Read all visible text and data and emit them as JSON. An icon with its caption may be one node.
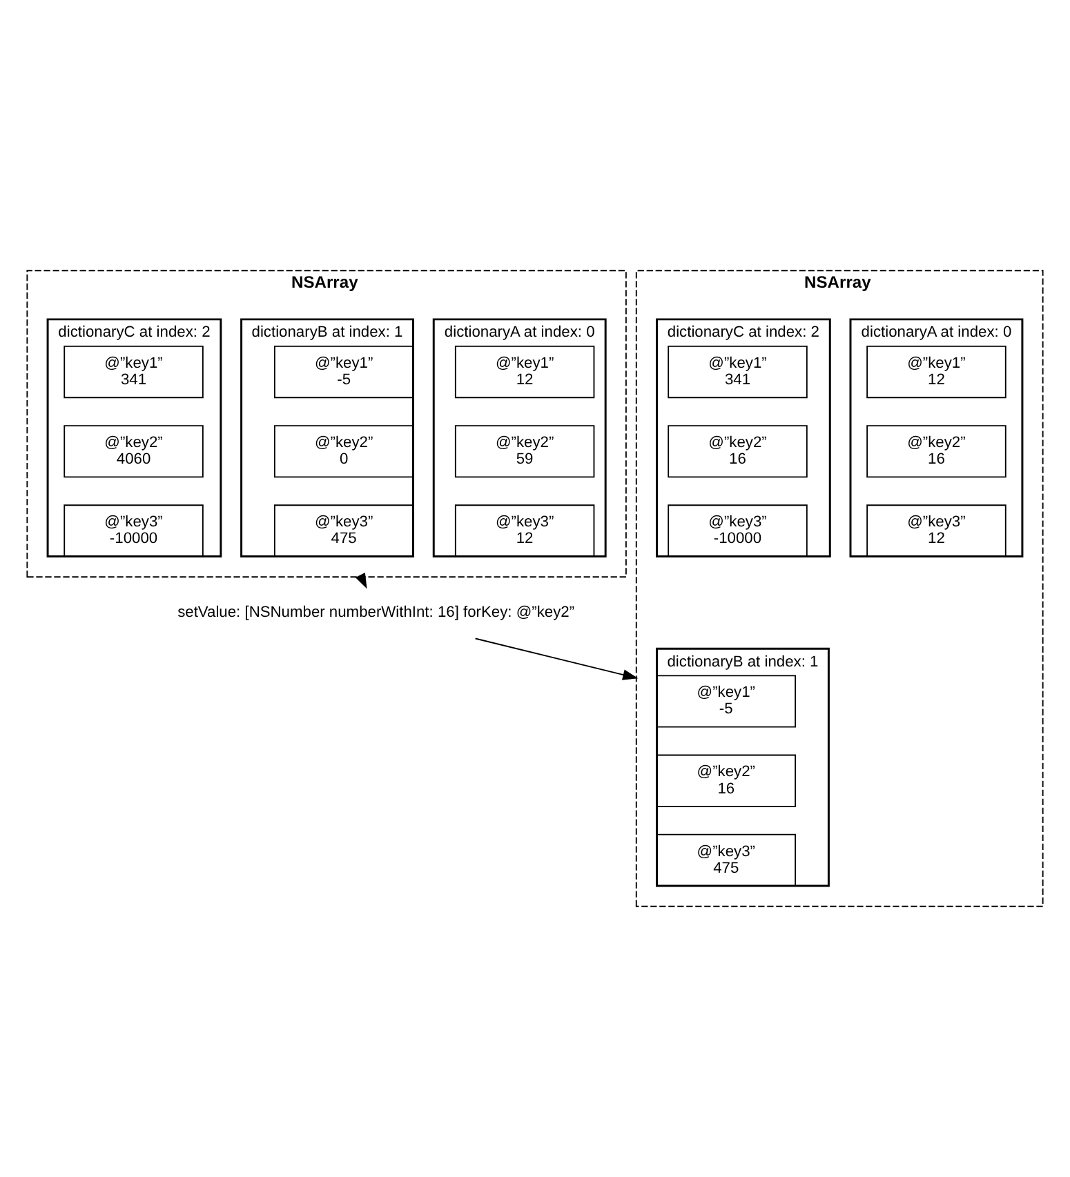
{
  "diagram": {
    "nodes": [
      {
        "text": [
          "NSArray"
        ]
      },
      {
        "text": [
          "dictionaryA at index: 0"
        ],
        "in": 0
      },
      {
        "text": [
          "@”key1”",
          "12"
        ],
        "in": 1
      },
      {
        "text": [
          "@”key2”",
          "59"
        ],
        "in": 1
      },
      {
        "text": [
          "@”key3”",
          "12"
        ],
        "in": 1
      },
      {
        "text": [
          "dictionaryB at index: 1"
        ],
        "in": 0
      },
      {
        "text": [
          "@”key1”",
          "-5"
        ],
        "in": 5
      },
      {
        "text": [
          "@”key2”",
          "0"
        ],
        "in": 5
      },
      {
        "text": [
          "@”key3”",
          "475"
        ],
        "in": 5
      },
      {
        "text": [
          "dictionaryC at index: 2"
        ],
        "in": 0
      },
      {
        "text": [
          "@”key1”",
          "341"
        ],
        "in": 9
      },
      {
        "text": [
          "@”key2”",
          "4060"
        ],
        "in": 9
      },
      {
        "text": [
          "@”key3”",
          "-10000"
        ],
        "in": 9
      },
      {
        "text": [
          "setValue: [NSNumber numberWithInt: 16] forKey: @”key2”"
        ]
      },
      {
        "text": [
          "NSArray"
        ]
      },
      {
        "text": [
          "dictionaryA at index: 0"
        ],
        "in": 14
      },
      {
        "text": [
          "@”key1”",
          "12"
        ],
        "in": 15
      },
      {
        "text": [
          "@”key2”",
          "16"
        ],
        "in": 15
      },
      {
        "text": [
          "@”key3”",
          "12"
        ],
        "in": 15
      },
      {
        "text": [
          "dictionaryB at index: 1"
        ],
        "in": 14
      },
      {
        "text": [
          "@”key1”",
          "-5"
        ],
        "in": 19
      },
      {
        "text": [
          "@”key2”",
          "16"
        ],
        "in": 19
      },
      {
        "text": [
          "@”key3”",
          "475"
        ],
        "in": 19
      },
      {
        "text": [
          "dictionaryC at index: 2"
        ],
        "in": 14
      },
      {
        "text": [
          "@”key1”",
          "341"
        ],
        "in": 23
      },
      {
        "text": [
          "@”key2”",
          "16"
        ],
        "in": 23
      },
      {
        "text": [
          "@”key3”",
          "-10000"
        ],
        "in": 23
      }
    ],
    "edges": [
      {
        "from": 0,
        "to": 13,
        "arrow": "to"
      },
      {
        "from": 13,
        "to": 14,
        "arrow": "to"
      }
    ]
  }
}
